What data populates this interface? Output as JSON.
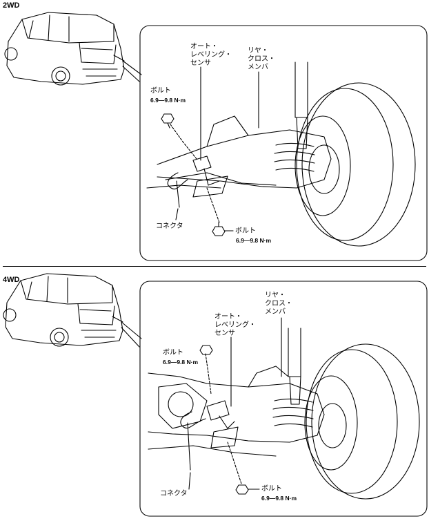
{
  "sections": [
    {
      "heading": "2WD",
      "labels": {
        "sensor": [
          "オート・",
          "レベリング・",
          "センサ"
        ],
        "crossmember": [
          "リヤ・",
          "クロス・",
          "メンバ"
        ],
        "bolt_upper": "ボルト",
        "torque_upper": "6.9—9.8 N·m",
        "connector": "コネクタ",
        "bolt_lower": "ボルト",
        "torque_lower": "6.9—9.8 N·m"
      }
    },
    {
      "heading": "4WD",
      "labels": {
        "crossmember": [
          "リヤ・",
          "クロス・",
          "メンバ"
        ],
        "sensor": [
          "オート・",
          "レベリング・",
          "センサ"
        ],
        "bolt_upper": "ボルト",
        "torque_upper": "6.9—9.8 N·m",
        "connector": "コネクタ",
        "bolt_lower": "ボルト",
        "torque_lower": "6.9—9.8 N·m"
      }
    }
  ],
  "colors": {
    "line": "#000000",
    "background": "#ffffff"
  }
}
